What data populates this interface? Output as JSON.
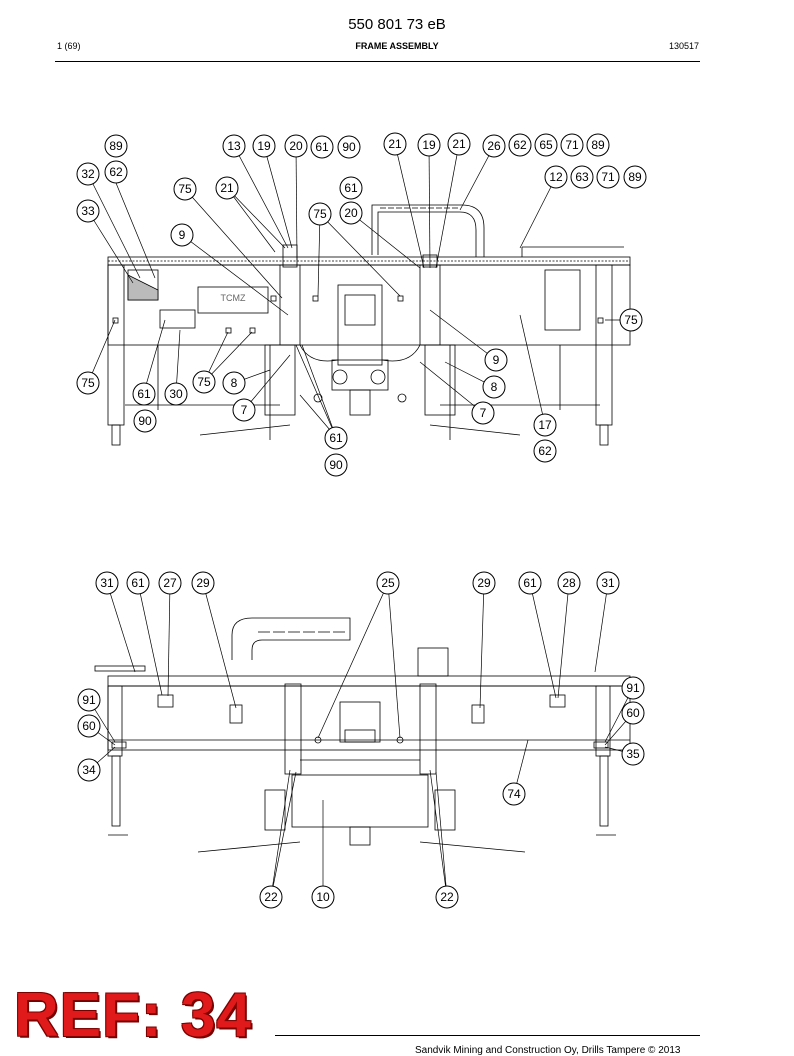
{
  "header": {
    "doc_number": "550 801 73 eB",
    "page": "1 (69)",
    "title": "FRAME ASSEMBLY",
    "date_code": "130517"
  },
  "drawing": {
    "plate_label": "TCMZ",
    "callouts_top": [
      "89",
      "62",
      "32",
      "33",
      "75",
      "21",
      "13",
      "19",
      "20",
      "61",
      "90",
      "61",
      "75",
      "20",
      "21",
      "19",
      "21",
      "26",
      "62",
      "65",
      "71",
      "89",
      "12",
      "63",
      "71",
      "89",
      "9",
      "75",
      "9",
      "75",
      "61",
      "30",
      "90",
      "75",
      "8",
      "7",
      "61",
      "90",
      "8",
      "7",
      "17",
      "62"
    ],
    "callouts_bottom": [
      "31",
      "61",
      "27",
      "29",
      "25",
      "29",
      "61",
      "28",
      "31",
      "91",
      "60",
      "34",
      "91",
      "60",
      "35",
      "74",
      "22",
      "10",
      "22"
    ]
  },
  "stamp": {
    "text": "REF: 34"
  },
  "footer": {
    "copyright": "Sandvik Mining and Construction Oy, Drills Tampere © 2013"
  }
}
